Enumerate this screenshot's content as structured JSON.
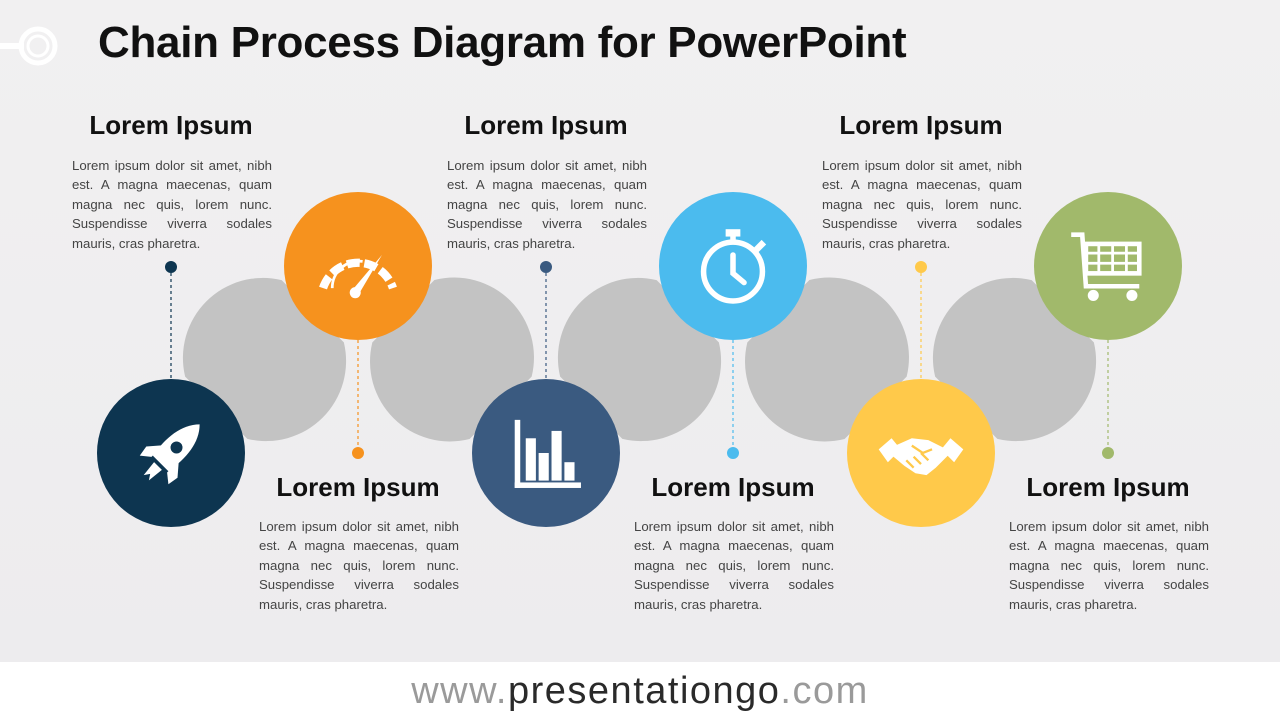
{
  "title": "Chain Process Diagram for PowerPoint",
  "steps": [
    {
      "heading": "Lorem Ipsum",
      "body": "Lorem ipsum dolor sit amet, nibh est. A magna maecenas, quam magna nec quis, lorem nunc. Suspendisse viverra sodales mauris, cras pharetra.",
      "icon": "rocket-icon",
      "color": "#0d3550"
    },
    {
      "heading": "Lorem Ipsum",
      "body": "Lorem ipsum dolor sit amet, nibh est. A magna maecenas, quam magna nec quis, lorem nunc. Suspendisse viverra sodales mauris, cras pharetra.",
      "icon": "speedometer-icon",
      "color": "#f6921e"
    },
    {
      "heading": "Lorem Ipsum",
      "body": "Lorem ipsum dolor sit amet, nibh est. A magna maecenas, quam magna nec quis, lorem nunc. Suspendisse viverra sodales mauris, cras pharetra.",
      "icon": "bar-chart-icon",
      "color": "#3a5a80"
    },
    {
      "heading": "Lorem Ipsum",
      "body": "Lorem ipsum dolor sit amet, nibh est. A magna maecenas, quam magna nec quis, lorem nunc. Suspendisse viverra sodales mauris, cras pharetra.",
      "icon": "stopwatch-icon",
      "color": "#4bbbee"
    },
    {
      "heading": "Lorem Ipsum",
      "body": "Lorem ipsum dolor sit amet, nibh est. A magna maecenas, quam magna nec quis, lorem nunc. Suspendisse viverra sodales mauris, cras pharetra.",
      "icon": "handshake-icon",
      "color": "#ffc94a"
    },
    {
      "heading": "Lorem Ipsum",
      "body": "Lorem ipsum dolor sit amet, nibh est. A magna maecenas, quam magna nec quis, lorem nunc. Suspendisse viverra sodales mauris, cras pharetra.",
      "icon": "shopping-cart-icon",
      "color": "#a1b96b"
    }
  ],
  "chain_color": "#c3c3c3",
  "footer": {
    "prefix": "www.",
    "brand": "presentationgo",
    "suffix": ".com"
  }
}
